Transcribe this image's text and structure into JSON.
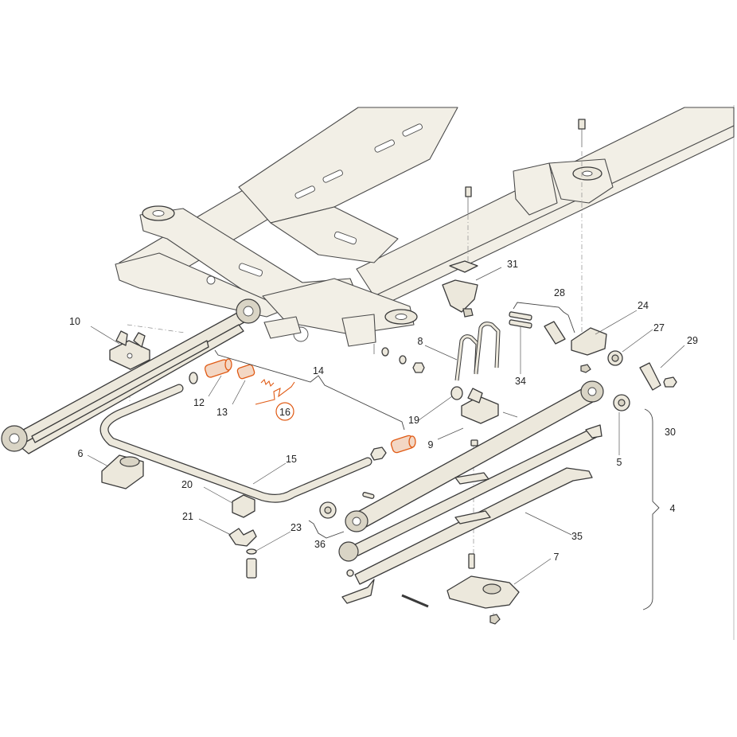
{
  "callouts": {
    "c4": "4",
    "c5": "5",
    "c6": "6",
    "c7": "7",
    "c8": "8",
    "c9": "9",
    "c10": "10",
    "c12": "12",
    "c13": "13",
    "c14": "14",
    "c15": "15",
    "c16": "16",
    "c19": "19",
    "c20": "20",
    "c21": "21",
    "c23": "23",
    "c24": "24",
    "c27": "27",
    "c28": "28",
    "c29": "29",
    "c30": "30",
    "c31": "31",
    "c34": "34",
    "c35": "35",
    "c36": "36"
  },
  "highlighted_callout": "16",
  "colors": {
    "part_fill": "#ece8dc",
    "outline": "#3a3a3a",
    "highlight": "#e05a14"
  }
}
